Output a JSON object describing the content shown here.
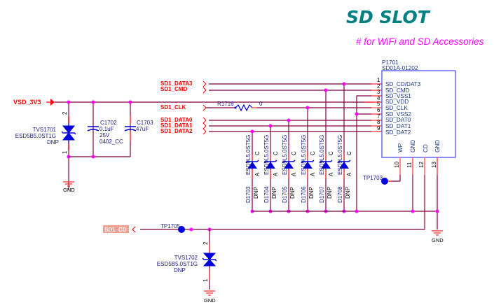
{
  "header": {
    "title": "SD SLOT",
    "subtitle": "# for WiFi and SD Accessories"
  },
  "power": {
    "net": "VSD_3V3"
  },
  "tvs1701": {
    "ref": "TVS1701",
    "value": "ESD5B5.0ST1G",
    "note": "DNP",
    "pin_top": "2",
    "pin_bottom": "1",
    "gnd": "GND"
  },
  "c1702": {
    "ref": "C1702",
    "value": "0.1uF",
    "voltage": "25V",
    "package": "0402_CC"
  },
  "c1703": {
    "ref": "C1703",
    "value": "47uF"
  },
  "signals": [
    {
      "net": "SD1_DATA3",
      "pin": "1"
    },
    {
      "net": "SD1_CMD",
      "pin": "2"
    },
    {
      "net": "SD1_CLK",
      "pin": "5"
    },
    {
      "net": "SD1_DATA0",
      "pin": "7"
    },
    {
      "net": "SD1_DATA1",
      "pin": "8"
    },
    {
      "net": "SD1_DATA2",
      "pin": "9"
    }
  ],
  "r1716": {
    "ref": "R1716",
    "value": "0"
  },
  "connector": {
    "ref": "P1701",
    "part": "SD01A-01202",
    "pins_left": [
      {
        "num": "1",
        "name": "SD_CD/DAT3"
      },
      {
        "num": "2",
        "name": "SD_CMD"
      },
      {
        "num": "3",
        "name": "SD_VSS1"
      },
      {
        "num": "4",
        "name": "SD_VDD"
      },
      {
        "num": "5",
        "name": "SD_CLK"
      },
      {
        "num": "6",
        "name": "SD_VSS2"
      },
      {
        "num": "7",
        "name": "SD_DAT0"
      },
      {
        "num": "8",
        "name": "SD_DAT1"
      },
      {
        "num": "9",
        "name": "SD_DAT2"
      }
    ],
    "pins_bottom": [
      {
        "num": "10",
        "name": "WP"
      },
      {
        "num": "11",
        "name": "GND"
      },
      {
        "num": "12",
        "name": "CD"
      },
      {
        "num": "13",
        "name": "GND"
      }
    ]
  },
  "esd_diodes": [
    {
      "ref": "D1703",
      "value": "ESD9L5.0ST5G",
      "note": "DNP",
      "c": "C",
      "a": "A"
    },
    {
      "ref": "D1704",
      "value": "ESD9L5.0ST5G",
      "note": "DNP",
      "c": "C",
      "a": "A"
    },
    {
      "ref": "D1705",
      "value": "ESD9L5.0ST5G",
      "note": "DNP",
      "c": "C",
      "a": "A"
    },
    {
      "ref": "D1706",
      "value": "ESD9L5.0ST5G",
      "note": "DNP",
      "c": "C",
      "a": "A"
    },
    {
      "ref": "D1707",
      "value": "ESD9L5.0ST5G",
      "note": "DNP",
      "c": "C",
      "a": "A"
    },
    {
      "ref": "D1708",
      "value": "ESD9L5.0ST5G",
      "note": "DNP",
      "c": "C",
      "a": "A"
    }
  ],
  "testpoints": {
    "tp1703": "TP1703",
    "tp1705": "TP1705"
  },
  "gnd_label": "GND",
  "cd_net": "SD1_CD",
  "tvs1702": {
    "ref": "TVS1702",
    "value": "ESD5B5.0ST1G",
    "note": "DNP",
    "pin_top": "2",
    "pin_bottom": "1"
  },
  "colors": {
    "title": "#008080",
    "subtitle": "#ff00ff",
    "net": "#ff0000",
    "wire": "#800040",
    "junction": "#ff00ff",
    "part": "#0000dd"
  }
}
